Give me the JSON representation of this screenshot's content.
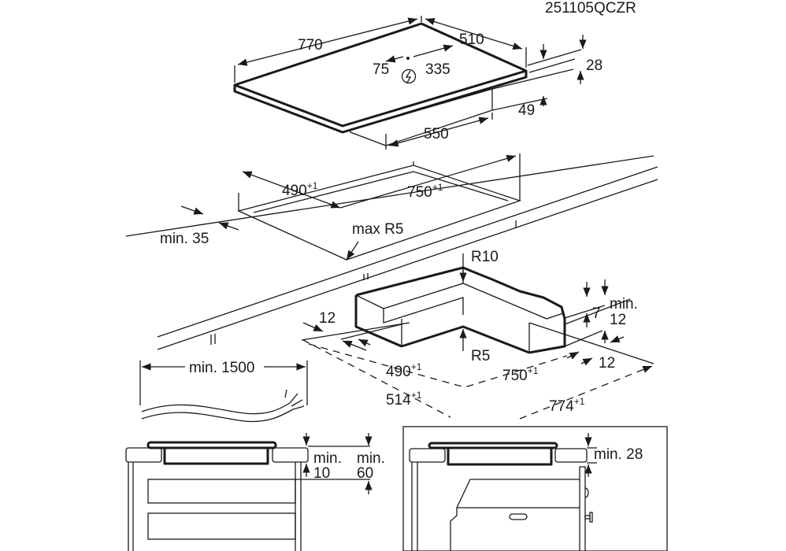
{
  "drawing_code": "251105QCZR",
  "hob": {
    "width": "770",
    "depth": "510",
    "cable_offset_x": "75",
    "cable_offset_y": "335",
    "thickness": "28",
    "box_height": "49",
    "box_width": "550",
    "power_icon": "power-connection-icon"
  },
  "cutout": {
    "depth": "490",
    "depth_tol": "+1",
    "width": "750",
    "width_tol": "+1",
    "front_distance": "min. 35",
    "corner_radius": "max R5"
  },
  "flush_cutout": {
    "outer_radius": "R10",
    "inner_radius": "R5",
    "front_step": "12",
    "step_depth": "7",
    "min_label": "min.",
    "min_value": "12",
    "side_step": "12",
    "inner_depth": "490",
    "inner_depth_tol": "+1",
    "inner_width": "750",
    "inner_width_tol": "+1",
    "outer_depth": "514",
    "outer_depth_tol": "+1",
    "outer_width": "774",
    "outer_width_tol": "+1"
  },
  "cable": {
    "length": "min. 1500"
  },
  "drawer_install": {
    "min_label_a": "min.",
    "gap_a": "10",
    "min_label_b": "min.",
    "gap_b": "60"
  },
  "oven_install": {
    "gap": "min. 28"
  }
}
